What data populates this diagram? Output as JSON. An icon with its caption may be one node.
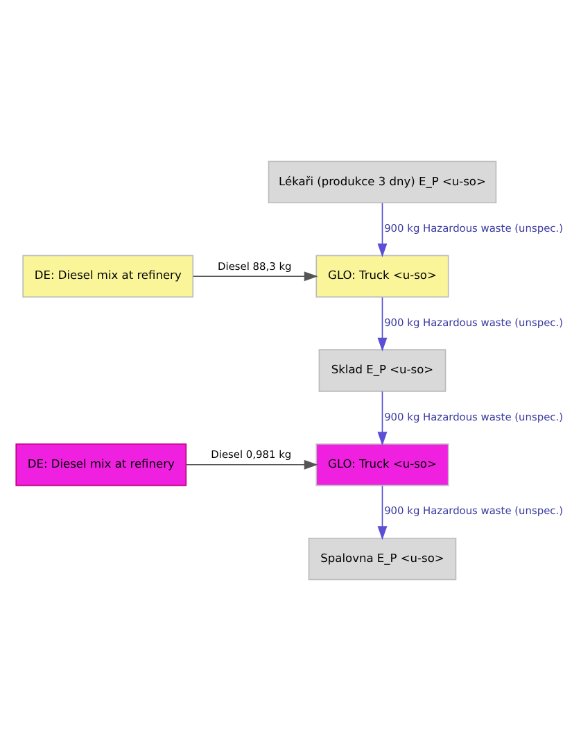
{
  "diagram": {
    "nodes": [
      {
        "text": [
          "Lékaři (produkce 3 dny) E_P <u-so>"
        ]
      },
      {
        "text": [
          "DE: Diesel mix at refinery"
        ]
      },
      {
        "text": [
          "GLO: Truck <u-so>"
        ]
      },
      {
        "text": [
          "Sklad E_P <u-so>"
        ]
      },
      {
        "text": [
          "DE: Diesel mix at refinery"
        ]
      },
      {
        "text": [
          "GLO: Truck <u-so>"
        ]
      },
      {
        "text": [
          "Spalovna E_P <u-so>"
        ]
      }
    ],
    "edges": [
      {
        "from": 0,
        "to": 2,
        "arrow": "to",
        "label": "900 kg Hazardous waste (unspec.)"
      },
      {
        "from": 1,
        "to": 2,
        "arrow": "to",
        "label": "Diesel 88,3 kg",
        "color": "#555555"
      },
      {
        "from": 2,
        "to": 3,
        "arrow": "to",
        "label": "900 kg Hazardous waste (unspec.)"
      },
      {
        "from": 3,
        "to": 5,
        "arrow": "to",
        "label": "900 kg Hazardous waste (unspec.)"
      },
      {
        "from": 4,
        "to": 5,
        "arrow": "to",
        "label": "Diesel 0,981 kg",
        "color": "#555555"
      },
      {
        "from": 5,
        "to": 6,
        "arrow": "to",
        "label": "900 kg Hazardous waste (unspec.)"
      }
    ]
  }
}
